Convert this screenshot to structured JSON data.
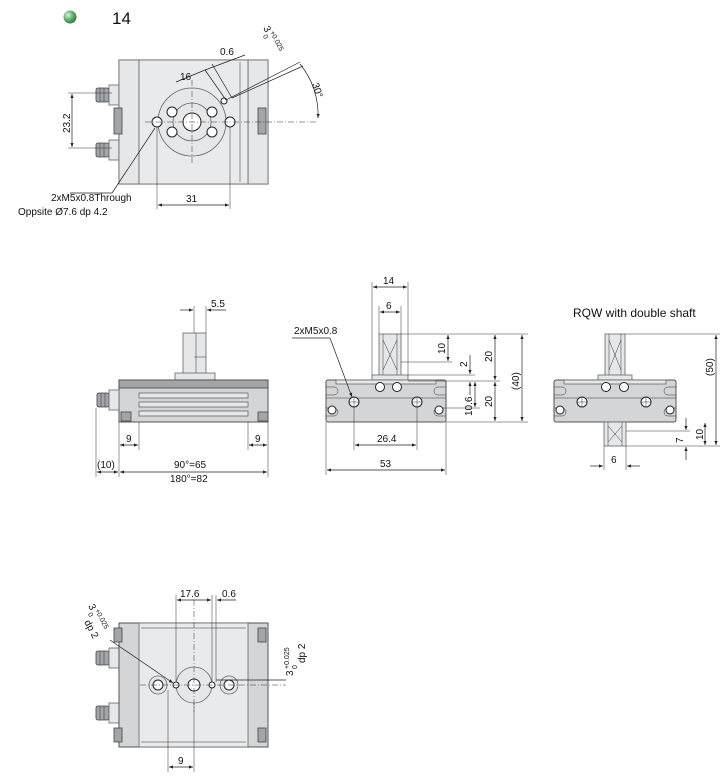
{
  "header": {
    "number": "14",
    "bullet_color": "#5fae6c"
  },
  "top_view": {
    "dims": {
      "d0_6": "0.6",
      "d16": "16",
      "d3_tol": "3",
      "d3_tol_sup": "+0.025",
      "d3_tol_sub": "0",
      "d30": "30°",
      "d23_2": "23.2",
      "d31": "31"
    },
    "callout_line1": "2xM5x0.8Through",
    "callout_line2": "Oppsite Ø7.6 dp 4.2"
  },
  "side_view": {
    "dims": {
      "d5_5": "5.5",
      "d9_left": "9",
      "d9_right": "9",
      "d10": "(10)",
      "d90": "90°=65",
      "d180": "180°=82"
    }
  },
  "front_view": {
    "callout": "2xM5x0.8",
    "dims": {
      "d14": "14",
      "d6": "6",
      "d10": "10",
      "d2": "2",
      "d20_top": "20",
      "d20_bot": "20",
      "d40": "(40)",
      "d10_6": "10.6",
      "d26_4": "26.4",
      "d53": "53"
    }
  },
  "double_shaft": {
    "title": "RQW with double shaft",
    "dims": {
      "d50": "(50)",
      "d10": "10",
      "d7": "7",
      "d6": "6"
    }
  },
  "bottom_view": {
    "dims": {
      "d17_6": "17.6",
      "d0_6": "0.6",
      "d3a": "3",
      "d3a_sup": "+0.025",
      "d3a_sub": "0",
      "dp2a": "dp 2",
      "d3b": "3",
      "d3b_sup": "+0.025",
      "d3b_sub": "0",
      "dp2b": "dp 2",
      "d9": "9"
    }
  }
}
